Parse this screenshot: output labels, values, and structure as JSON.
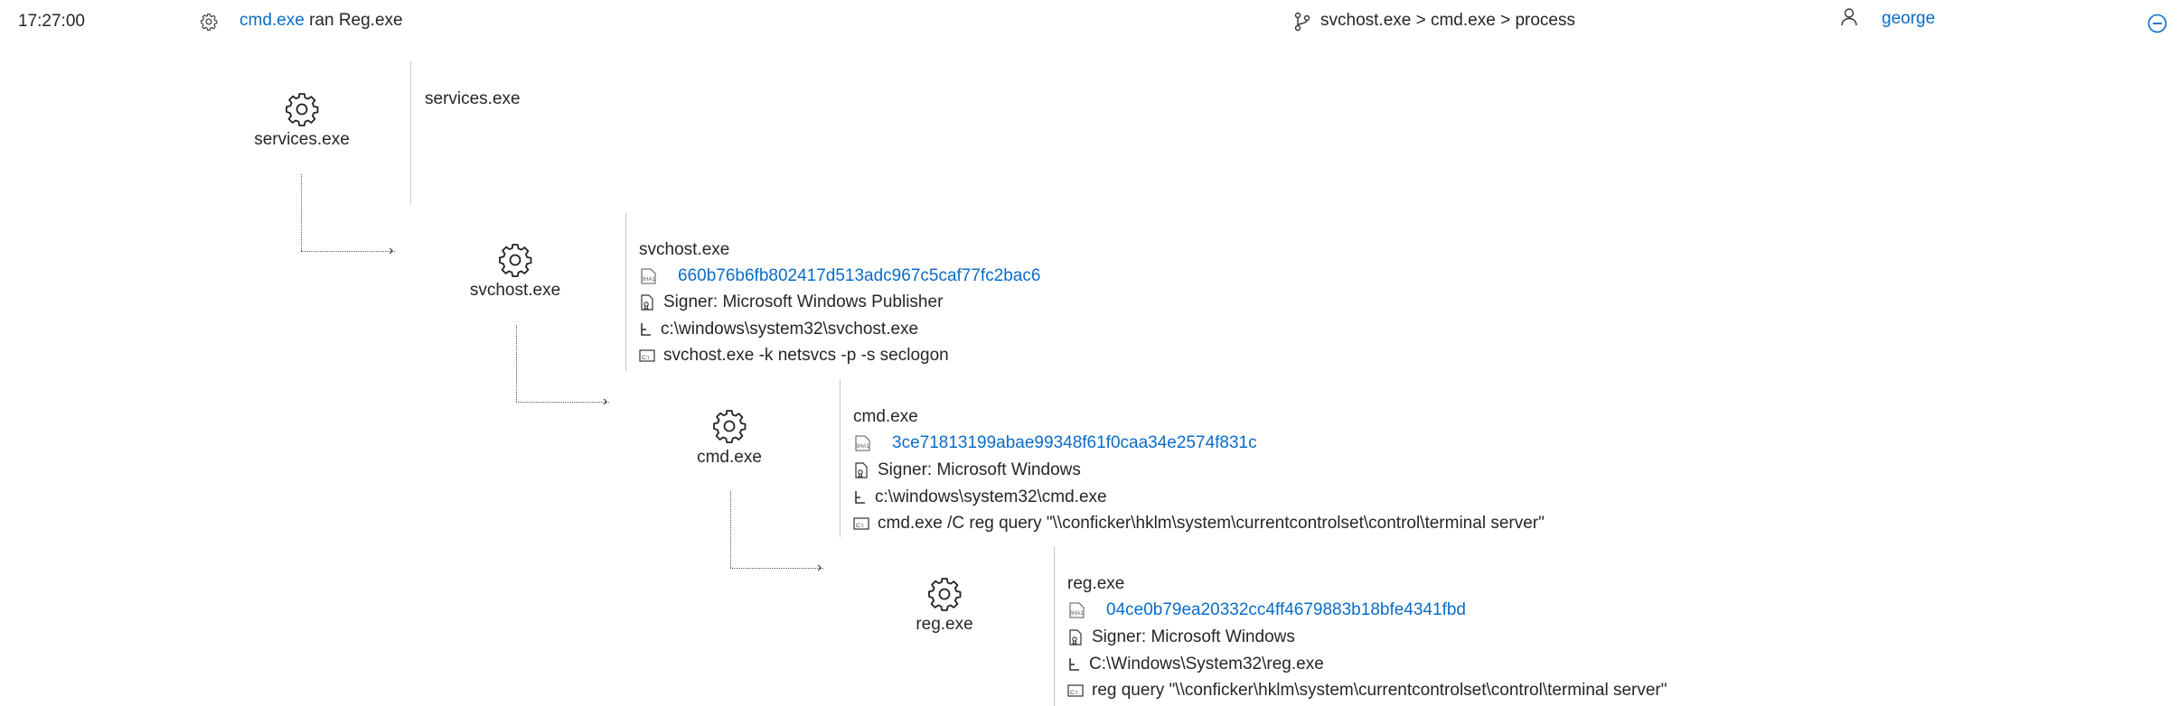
{
  "header": {
    "time": "17:27:00",
    "title_link": "cmd.exe",
    "title_rest": " ran Reg.exe",
    "path": "svchost.exe > cmd.exe > process",
    "user": "george"
  },
  "nodes": [
    {
      "name": "services.exe",
      "detail_title": "services.exe"
    },
    {
      "name": "svchost.exe",
      "detail_title": "svchost.exe",
      "sha1": "660b76b6fb802417d513adc967c5caf77fc2bac6",
      "signer": "Signer: Microsoft Windows Publisher",
      "path": "c:\\windows\\system32\\svchost.exe",
      "cmdline": "svchost.exe -k netsvcs -p -s seclogon"
    },
    {
      "name": "cmd.exe",
      "detail_title": "cmd.exe",
      "sha1": "3ce71813199abae99348f61f0caa34e2574f831c",
      "signer": "Signer: Microsoft Windows",
      "path": "c:\\windows\\system32\\cmd.exe",
      "cmdline": "cmd.exe /C reg query \"\\\\conficker\\hklm\\system\\currentcontrolset\\control\\terminal server\""
    },
    {
      "name": "reg.exe",
      "detail_title": "reg.exe",
      "sha1": "04ce0b79ea20332cc4ff4679883b18bfe4341fbd",
      "signer": "Signer: Microsoft Windows",
      "path": "C:\\Windows\\System32\\reg.exe",
      "cmdline": "reg query \"\\\\conficker\\hklm\\system\\currentcontrolset\\control\\terminal server\""
    }
  ],
  "icons": {
    "header_settings": "gear-icon",
    "header_branch": "branch-icon",
    "header_user": "user-icon",
    "collapse": "minus-circle-icon",
    "sha1": "sha1-icon",
    "signer": "certificate-icon",
    "path": "folder-path-icon",
    "cmdline": "console-icon"
  },
  "colors": {
    "link": "#0a6cc8",
    "text": "#262626",
    "divider": "#c8c8c8"
  }
}
